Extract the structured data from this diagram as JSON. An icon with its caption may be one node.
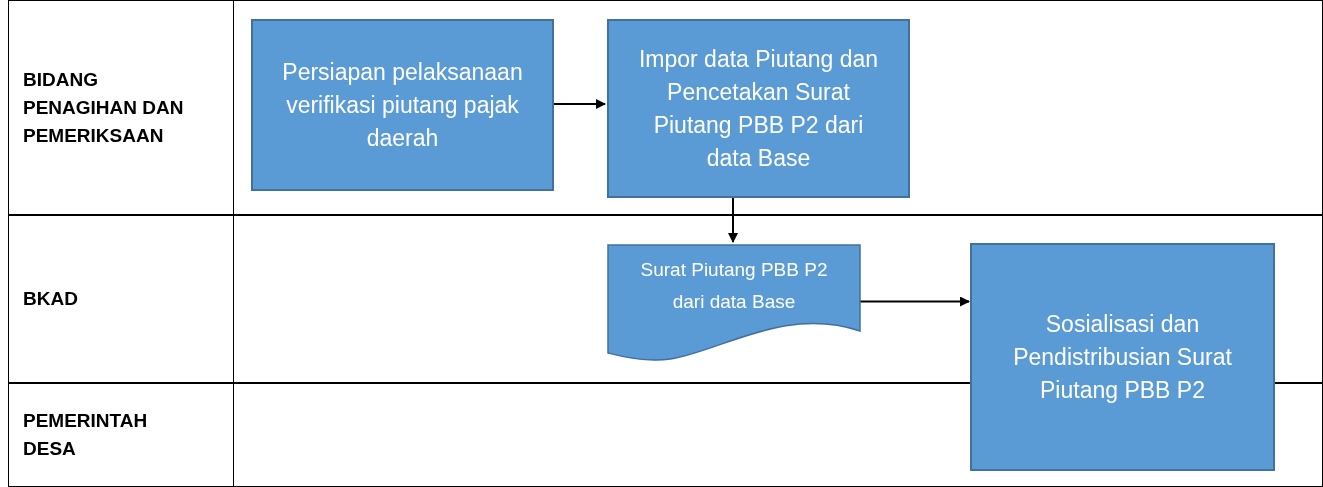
{
  "diagram": {
    "nodes": [
      {
        "text": [
          "BIDANG PENAGIHAN DAN PEMERIKSAAN"
        ]
      },
      {
        "text": [
          "Persiapan pelaksanaan verifikasi piutang pajak daerah"
        ],
        "in": 0
      },
      {
        "text": [
          "Impor data Piutang dan Pencetakan Surat Piutang PBB P2 dari data Base"
        ],
        "in": 0
      },
      {
        "text": [
          "BKAD"
        ]
      },
      {
        "text": [
          "Surat Piutang PBB P2 dari data Base"
        ],
        "in": 3
      },
      {
        "text": [
          "PEMERINTAH DESA"
        ]
      },
      {
        "text": [
          "Sosialisasi dan Pendistribusian Surat Piutang PBB P2"
        ]
      }
    ],
    "edges": [
      {
        "from": 1,
        "to": 2,
        "arrow": "to"
      },
      {
        "from": 2,
        "to": 4,
        "arrow": "to"
      },
      {
        "from": 4,
        "to": 6,
        "arrow": "to"
      }
    ]
  }
}
